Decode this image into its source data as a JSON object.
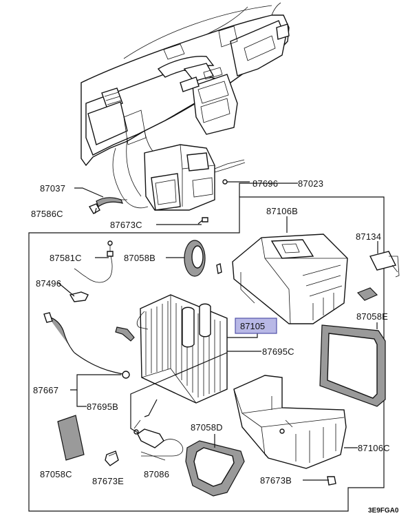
{
  "diagram": {
    "labels": {
      "l87037": "87037",
      "l87586C": "87586C",
      "l87673C": "87673C",
      "l87696": "87696",
      "l87023": "87023",
      "l87106B": "87106B",
      "l87581C": "87581C",
      "l87058B": "87058B",
      "l87134": "87134",
      "l87496": "87496",
      "l87105": "87105",
      "l87058E": "87058E",
      "l87695C": "87695C",
      "l87667": "87667",
      "l87695B": "87695B",
      "l87058D": "87058D",
      "l87106C": "87106C",
      "l87058C": "87058C",
      "l87673E": "87673E",
      "l87086": "87086",
      "l87673B": "87673B"
    },
    "figure_code": "3E9FGA0",
    "highlight_color": "#b8b8e6"
  }
}
